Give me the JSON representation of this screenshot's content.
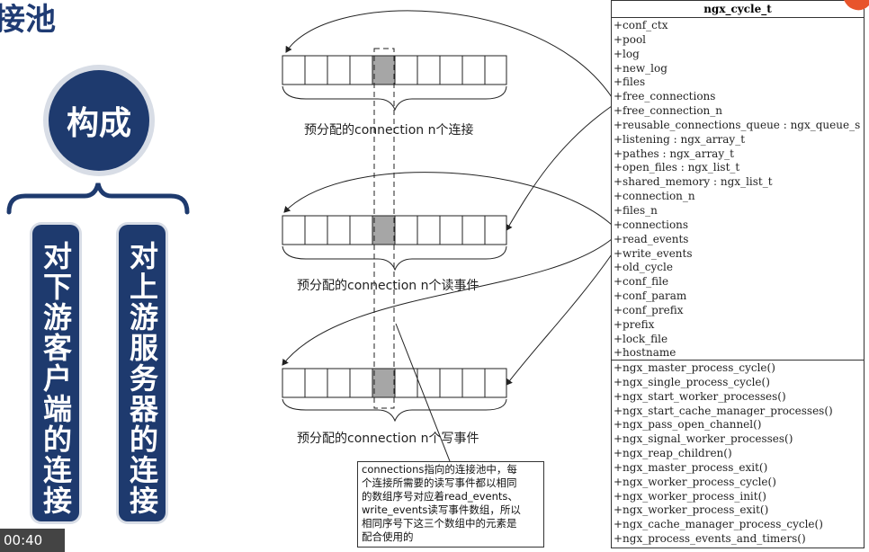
{
  "slide": {
    "title_fragment": "接池",
    "center_label": "构成",
    "branches": [
      "对下游客户端的连接",
      "对上游服务器的连接"
    ],
    "video_time": "00:40"
  },
  "diagram": {
    "labels": [
      "预分配的connection n个连接",
      "预分配的connection n个读事件",
      "预分配的connection n个写事件"
    ],
    "note_lines": [
      "connections指向的连接池中，每",
      "个连接所需要的读写事件都以相同",
      "的数组序号对应着read_events、",
      "write_events读写事件数组，所以",
      "相同序号下这三个数组中的元素是",
      "配合使用的"
    ]
  },
  "uml": {
    "class_name": "ngx_cycle_t",
    "attributes": [
      "+conf_ctx",
      "+pool",
      "+log",
      "+new_log",
      "+files",
      "+free_connections",
      "+free_connection_n",
      "+reusable_connections_queue : ngx_queue_s",
      "+listening : ngx_array_t",
      "+pathes : ngx_array_t",
      "+open_files : ngx_list_t",
      "+shared_memory : ngx_list_t",
      "+connection_n",
      "+files_n",
      "+connections",
      "+read_events",
      "+write_events",
      "+old_cycle",
      "+conf_file",
      "+conf_param",
      "+conf_prefix",
      "+prefix",
      "+lock_file",
      "+hostname"
    ],
    "operations": [
      "+ngx_master_process_cycle()",
      "+ngx_single_process_cycle()",
      "+ngx_start_worker_processes()",
      "+ngx_start_cache_manager_processes()",
      "+ngx_pass_open_channel()",
      "+ngx_signal_worker_processes()",
      "+ngx_reap_children()",
      "+ngx_master_process_exit()",
      "+ngx_worker_process_cycle()",
      "+ngx_worker_process_init()",
      "+ngx_worker_process_exit()",
      "+ngx_cache_manager_process_cycle()",
      "+ngx_process_events_and_timers()"
    ]
  },
  "colors": {
    "navy": "#1e3a6e",
    "highlight_cell": "#a6a6a6",
    "logo": "#e8542b"
  }
}
